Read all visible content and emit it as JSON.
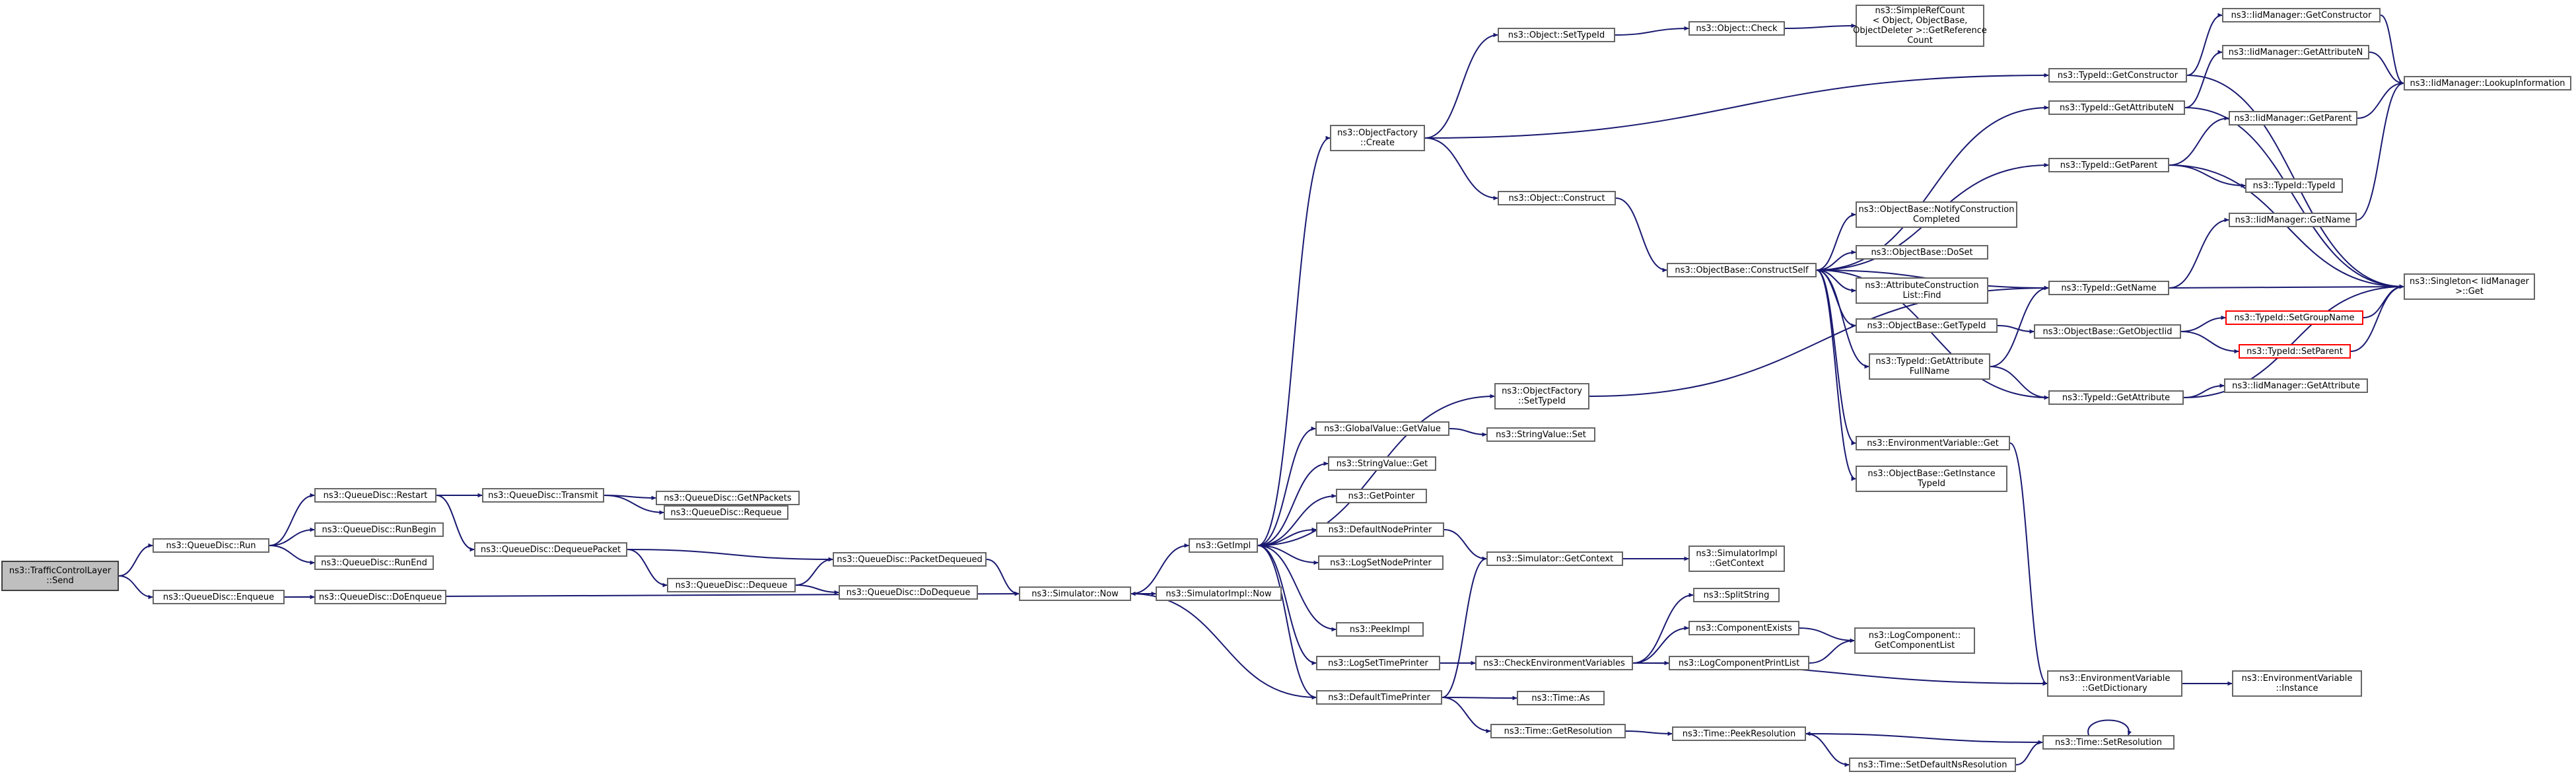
{
  "colors": {
    "edge": "#191970",
    "node_border": "#666666",
    "root_fill": "#bfbfbf",
    "red_border": "#ff0000",
    "background": "#ffffff"
  },
  "nodes": [
    {
      "id": "root",
      "lines": [
        "ns3::TrafficControlLayer",
        "::Send"
      ]
    },
    {
      "id": "qd_run",
      "lines": [
        "ns3::QueueDisc::Run"
      ]
    },
    {
      "id": "qd_enqueue",
      "lines": [
        "ns3::QueueDisc::Enqueue"
      ]
    },
    {
      "id": "qd_restart",
      "lines": [
        "ns3::QueueDisc::Restart"
      ]
    },
    {
      "id": "qd_runbegin",
      "lines": [
        "ns3::QueueDisc::RunBegin"
      ]
    },
    {
      "id": "qd_runend",
      "lines": [
        "ns3::QueueDisc::RunEnd"
      ]
    },
    {
      "id": "qd_doenqueue",
      "lines": [
        "ns3::QueueDisc::DoEnqueue"
      ]
    },
    {
      "id": "qd_transmit",
      "lines": [
        "ns3::QueueDisc::Transmit"
      ]
    },
    {
      "id": "qd_dequeuepacket",
      "lines": [
        "ns3::QueueDisc::DequeuePacket"
      ]
    },
    {
      "id": "qd_requeue",
      "lines": [
        "ns3::QueueDisc::Requeue"
      ]
    },
    {
      "id": "qd_getnpackets",
      "lines": [
        "ns3::QueueDisc::GetNPackets"
      ]
    },
    {
      "id": "qd_dequeue",
      "lines": [
        "ns3::QueueDisc::Dequeue"
      ]
    },
    {
      "id": "qd_packetdequeued",
      "lines": [
        "ns3::QueueDisc::PacketDequeued"
      ]
    },
    {
      "id": "qd_dodequeue",
      "lines": [
        "ns3::QueueDisc::DoDequeue"
      ]
    },
    {
      "id": "sim_now",
      "lines": [
        "ns3::Simulator::Now"
      ]
    },
    {
      "id": "simimpl_now",
      "lines": [
        "ns3::SimulatorImpl::Now"
      ]
    },
    {
      "id": "getimpl",
      "lines": [
        "ns3::GetImpl"
      ]
    },
    {
      "id": "objfactory_create",
      "lines": [
        "ns3::ObjectFactory",
        "::Create"
      ]
    },
    {
      "id": "objfactory_settypeid",
      "lines": [
        "ns3::ObjectFactory",
        "::SetTypeId"
      ]
    },
    {
      "id": "globalvalue_getvalue",
      "lines": [
        "ns3::GlobalValue::GetValue"
      ]
    },
    {
      "id": "stringvalue_get",
      "lines": [
        "ns3::StringValue::Get"
      ]
    },
    {
      "id": "getpointer",
      "lines": [
        "ns3::GetPointer"
      ]
    },
    {
      "id": "defaultnodeprinter",
      "lines": [
        "ns3::DefaultNodePrinter"
      ]
    },
    {
      "id": "logsetnodeprinter",
      "lines": [
        "ns3::LogSetNodePrinter"
      ]
    },
    {
      "id": "peekimpl",
      "lines": [
        "ns3::PeekImpl"
      ]
    },
    {
      "id": "logsettimeprinter",
      "lines": [
        "ns3::LogSetTimePrinter"
      ]
    },
    {
      "id": "defaulttimeprinter",
      "lines": [
        "ns3::DefaultTimePrinter"
      ]
    },
    {
      "id": "object_settypeid",
      "lines": [
        "ns3::Object::SetTypeId"
      ]
    },
    {
      "id": "object_construct",
      "lines": [
        "ns3::Object::Construct"
      ]
    },
    {
      "id": "stringvalue_set",
      "lines": [
        "ns3::StringValue::Set"
      ]
    },
    {
      "id": "simulator_getcontext",
      "lines": [
        "ns3::Simulator::GetContext"
      ]
    },
    {
      "id": "checkenvvars",
      "lines": [
        "ns3::CheckEnvironmentVariables"
      ]
    },
    {
      "id": "time_as",
      "lines": [
        "ns3::Time::As"
      ]
    },
    {
      "id": "time_getresolution",
      "lines": [
        "ns3::Time::GetResolution"
      ]
    },
    {
      "id": "object_check",
      "lines": [
        "ns3::Object::Check"
      ]
    },
    {
      "id": "simplerefcount",
      "lines": [
        "ns3::SimpleRefCount",
        "< Object, ObjectBase,",
        "ObjectDeleter >::GetReference",
        "Count"
      ]
    },
    {
      "id": "objbase_constructself",
      "lines": [
        "ns3::ObjectBase::ConstructSelf"
      ]
    },
    {
      "id": "simimpl_getcontext",
      "lines": [
        "ns3::SimulatorImpl",
        "::GetContext"
      ]
    },
    {
      "id": "splitstring",
      "lines": [
        "ns3::SplitString"
      ]
    },
    {
      "id": "componentexists",
      "lines": [
        "ns3::ComponentExists"
      ]
    },
    {
      "id": "logcomponentprintlist",
      "lines": [
        "ns3::LogComponentPrintList"
      ]
    },
    {
      "id": "time_peekresolution",
      "lines": [
        "ns3::Time::PeekResolution"
      ]
    },
    {
      "id": "objbase_notifyconstruction",
      "lines": [
        "ns3::ObjectBase::NotifyConstruction",
        "Completed"
      ]
    },
    {
      "id": "objbase_doset",
      "lines": [
        "ns3::ObjectBase::DoSet"
      ]
    },
    {
      "id": "attrconstructionlist_find",
      "lines": [
        "ns3::AttributeConstruction",
        "List::Find"
      ]
    },
    {
      "id": "objbase_gettypeid",
      "lines": [
        "ns3::ObjectBase::GetTypeId"
      ]
    },
    {
      "id": "typeid_getattrfullname",
      "lines": [
        "ns3::TypeId::GetAttribute",
        "FullName"
      ]
    },
    {
      "id": "envvar_get",
      "lines": [
        "ns3::EnvironmentVariable::Get"
      ]
    },
    {
      "id": "objbase_getinstancetypeid",
      "lines": [
        "ns3::ObjectBase::GetInstance",
        "TypeId"
      ]
    },
    {
      "id": "logcomponent_getlist",
      "lines": [
        "ns3::LogComponent::",
        "GetComponentList"
      ]
    },
    {
      "id": "time_setdefaultnsresolution",
      "lines": [
        "ns3::Time::SetDefaultNsResolution"
      ]
    },
    {
      "id": "typeid_getconstructor",
      "lines": [
        "ns3::TypeId::GetConstructor"
      ]
    },
    {
      "id": "typeid_getattributen",
      "lines": [
        "ns3::TypeId::GetAttributeN"
      ]
    },
    {
      "id": "typeid_getparent",
      "lines": [
        "ns3::TypeId::GetParent"
      ]
    },
    {
      "id": "typeid_getname",
      "lines": [
        "ns3::TypeId::GetName"
      ]
    },
    {
      "id": "objbase_getobjectiid",
      "lines": [
        "ns3::ObjectBase::GetObjectIid"
      ]
    },
    {
      "id": "typeid_getattribute",
      "lines": [
        "ns3::TypeId::GetAttribute"
      ]
    },
    {
      "id": "envvar_getdictionary",
      "lines": [
        "ns3::EnvironmentVariable",
        "::GetDictionary"
      ]
    },
    {
      "id": "time_setresolution",
      "lines": [
        "ns3::Time::SetResolution"
      ]
    },
    {
      "id": "iidmgr_getconstructor",
      "lines": [
        "ns3::IidManager::GetConstructor"
      ]
    },
    {
      "id": "iidmgr_getattributen",
      "lines": [
        "ns3::IidManager::GetAttributeN"
      ]
    },
    {
      "id": "iidmgr_getparent",
      "lines": [
        "ns3::IidManager::GetParent"
      ]
    },
    {
      "id": "typeid_typeid",
      "lines": [
        "ns3::TypeId::TypeId"
      ]
    },
    {
      "id": "iidmgr_getname",
      "lines": [
        "ns3::IidManager::GetName"
      ]
    },
    {
      "id": "typeid_setgroupname",
      "lines": [
        "ns3::TypeId::SetGroupName"
      ]
    },
    {
      "id": "typeid_setparent",
      "lines": [
        "ns3::TypeId::SetParent"
      ]
    },
    {
      "id": "iidmgr_getattribute",
      "lines": [
        "ns3::IidManager::GetAttribute"
      ]
    },
    {
      "id": "envvar_instance",
      "lines": [
        "ns3::EnvironmentVariable",
        "::Instance"
      ]
    },
    {
      "id": "iidmgr_lookupinformation",
      "lines": [
        "ns3::IidManager::LookupInformation"
      ]
    },
    {
      "id": "singleton_get",
      "lines": [
        "ns3::Singleton< IidManager",
        " >::Get"
      ]
    }
  ]
}
